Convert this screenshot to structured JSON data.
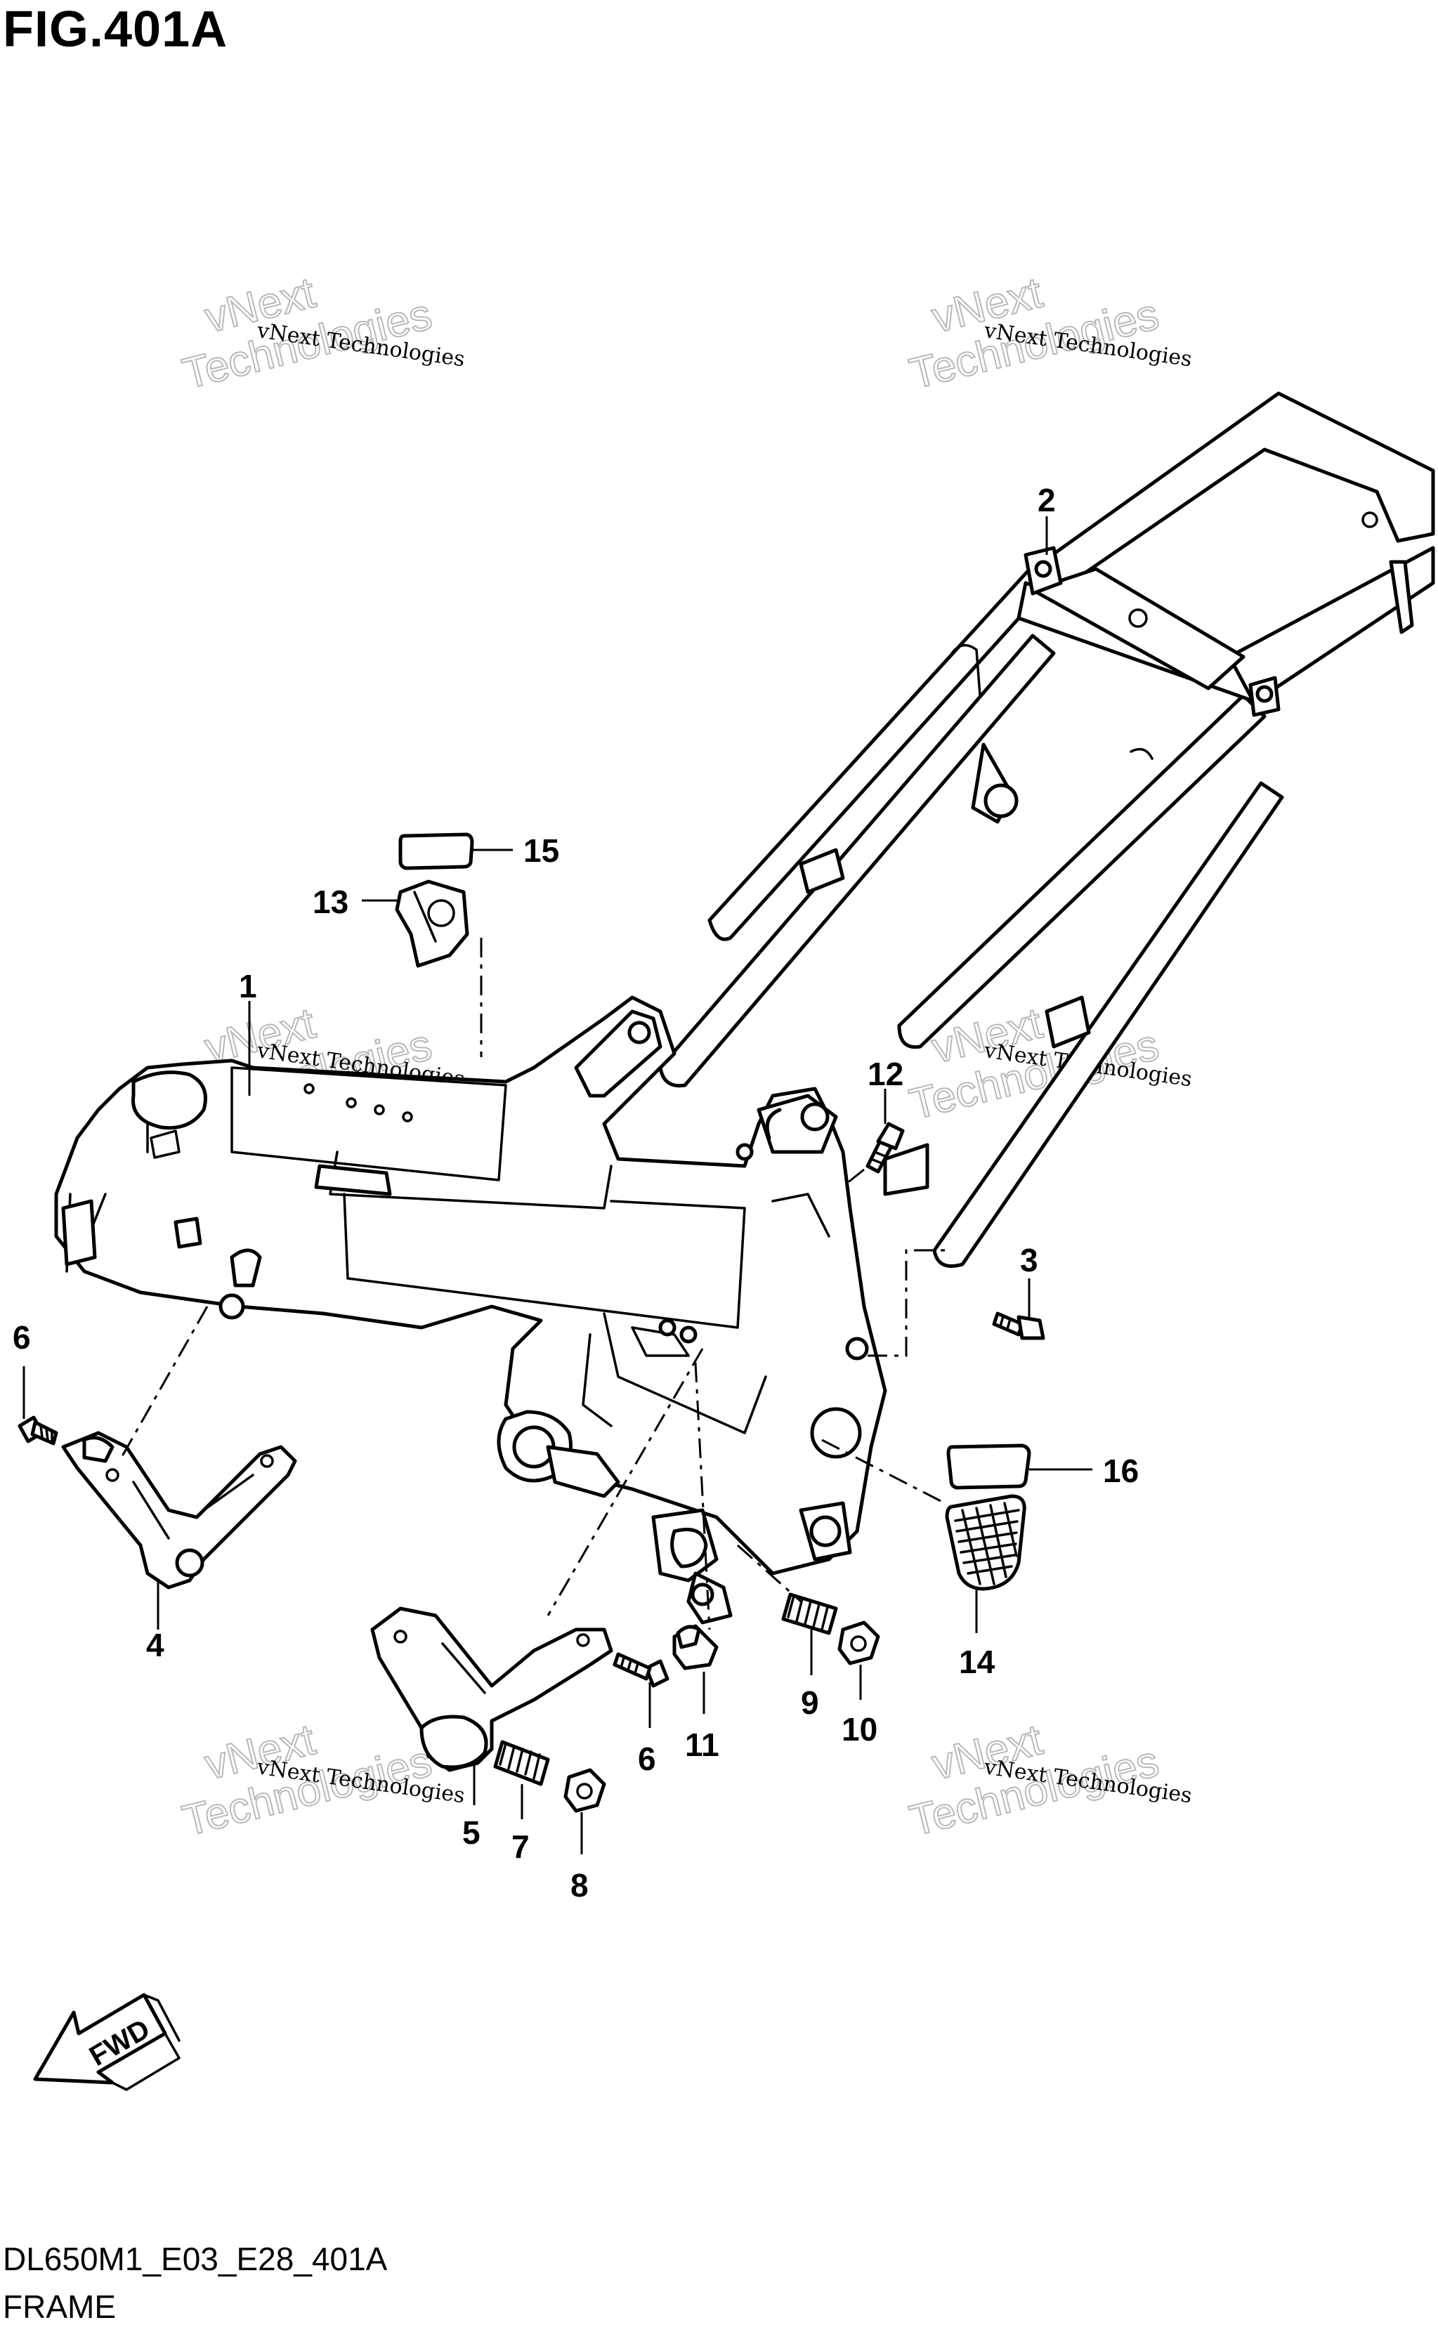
{
  "figure": {
    "title": "FIG.401A",
    "code": "DL650M1_E03_E28_401A",
    "name": "FRAME",
    "fwd_label": "FWD"
  },
  "watermarks": [
    {
      "line1": "vNext Technologies",
      "line2": "vNext",
      "line3": "Technologies"
    },
    {
      "line1": "vNext Technologies",
      "line2": "vNext",
      "line3": "Technologies"
    },
    {
      "line1": "vNext Technologies",
      "line2": "vNext",
      "line3": "Technologies"
    },
    {
      "line1": "vNext Technologies",
      "line2": "vNext",
      "line3": "Technologies"
    },
    {
      "line1": "vNext Technologies",
      "line2": "vNext",
      "line3": "Technologies"
    },
    {
      "line1": "vNext Technologies",
      "line2": "vNext",
      "line3": "Technologies"
    }
  ],
  "callouts": [
    "1",
    "2",
    "3",
    "4",
    "5",
    "6",
    "6",
    "7",
    "8",
    "9",
    "10",
    "11",
    "12",
    "13",
    "14",
    "15",
    "16"
  ]
}
